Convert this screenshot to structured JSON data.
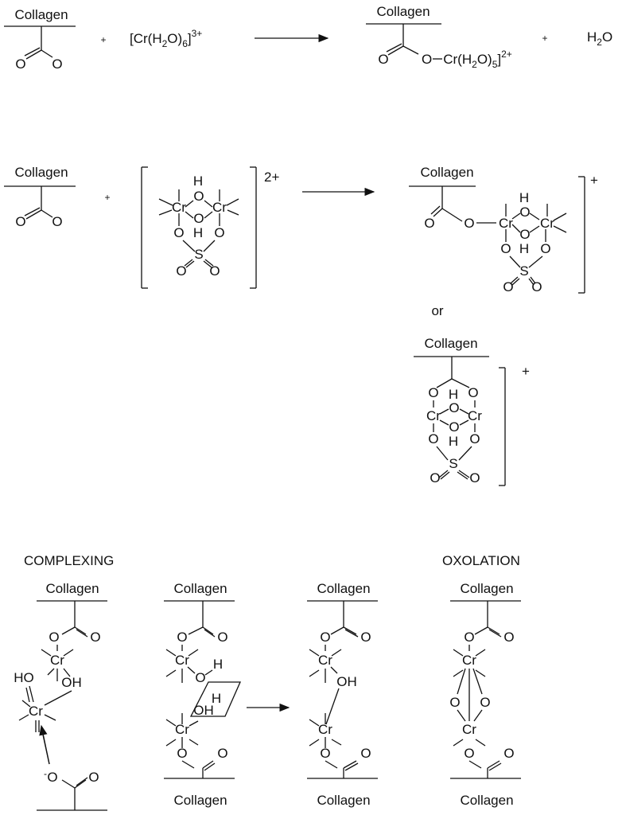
{
  "colors": {
    "ink": "#111111",
    "background": "#ffffff"
  },
  "labels": {
    "collagen": "Collagen",
    "plus": "+",
    "or": "or",
    "complexing": "COMPLEXING",
    "oxolation": "OXOLATION",
    "charge_2plus": "2+",
    "charge_plus": "+",
    "minus": "-"
  },
  "sym": {
    "O": "O",
    "Cr": "Cr",
    "H": "H",
    "S": "S",
    "OH": "OH",
    "HO": "HO"
  },
  "reagent_hexaaqua": {
    "a": "[Cr(H",
    "b": "2",
    "c": "O)",
    "d": "6",
    "e": "]",
    "f": "3+"
  },
  "product_pentaaqua": {
    "a": "O",
    "b": "Cr(H",
    "c": "2",
    "d": "O)",
    "e": "5",
    "f": "]",
    "g": "2+"
  },
  "water": {
    "a": "H",
    "b": "2",
    "c": "O"
  }
}
